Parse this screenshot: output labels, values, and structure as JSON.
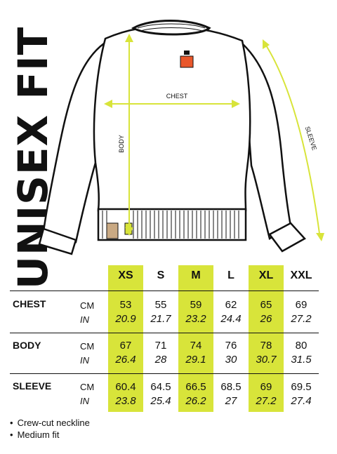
{
  "title": "UNISEX FIT",
  "diagram": {
    "chest_label": "CHEST",
    "body_label": "BODY",
    "sleeve_label": "SLEEVE",
    "accent_color": "#d8e43a",
    "tag_color": "#e9572b"
  },
  "table": {
    "sizes": [
      "XS",
      "S",
      "M",
      "L",
      "XL",
      "XXL"
    ],
    "highlighted_sizes": [
      "XS",
      "M",
      "XL"
    ],
    "units": {
      "cm": "CM",
      "in": "IN"
    },
    "rows": [
      {
        "label": "CHEST",
        "cm": [
          "53",
          "55",
          "59",
          "62",
          "65",
          "69"
        ],
        "in": [
          "20.9",
          "21.7",
          "23.2",
          "24.4",
          "26",
          "27.2"
        ]
      },
      {
        "label": "BODY",
        "cm": [
          "67",
          "71",
          "74",
          "76",
          "78",
          "80"
        ],
        "in": [
          "26.4",
          "28",
          "29.1",
          "30",
          "30.7",
          "31.5"
        ]
      },
      {
        "label": "SLEEVE",
        "cm": [
          "60.4",
          "64.5",
          "66.5",
          "68.5",
          "69",
          "69.5"
        ],
        "in": [
          "23.8",
          "25.4",
          "26.2",
          "27",
          "27.2",
          "27.4"
        ]
      }
    ]
  },
  "notes": [
    "Crew-cut neckline",
    "Medium fit"
  ]
}
